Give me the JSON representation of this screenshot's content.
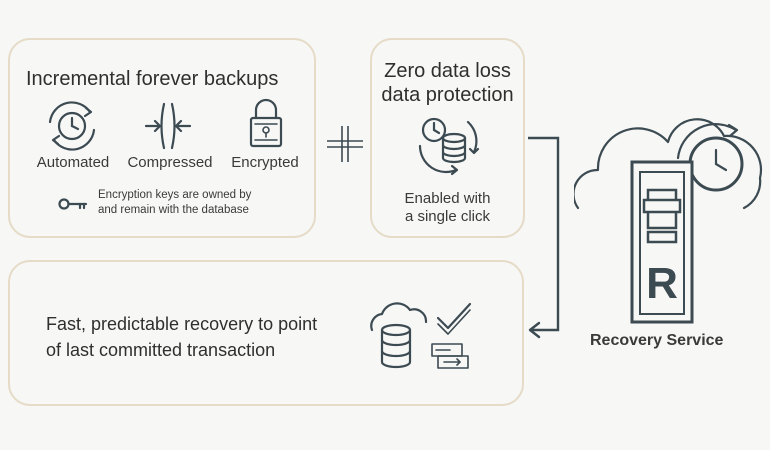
{
  "backups": {
    "title": "Incremental forever backups",
    "features": [
      {
        "label": "Automated",
        "icon": "clock-cycle-icon"
      },
      {
        "label": "Compressed",
        "icon": "compress-arrows-icon"
      },
      {
        "label": "Encrypted",
        "icon": "padlock-icon"
      }
    ],
    "keys_note_line1": "Encryption keys are owned by",
    "keys_note_line2": "and remain with the database",
    "keys_icon": "key-icon"
  },
  "zero_loss": {
    "title_line1": "Zero data loss",
    "title_line2": "data protection",
    "caption_line1": "Enabled with",
    "caption_line2": "a single click",
    "icon": "database-sync-icon"
  },
  "recovery": {
    "text_line1": "Fast, predictable recovery to point",
    "text_line2": "of last committed transaction",
    "icon": "cloud-database-check-icon"
  },
  "service": {
    "label": "Recovery Service",
    "icon": "recovery-service-building-icon"
  },
  "colors": {
    "panel_border": "#e5dbc7",
    "icon_stroke": "#3c4a52",
    "background": "#f7f7f6"
  }
}
